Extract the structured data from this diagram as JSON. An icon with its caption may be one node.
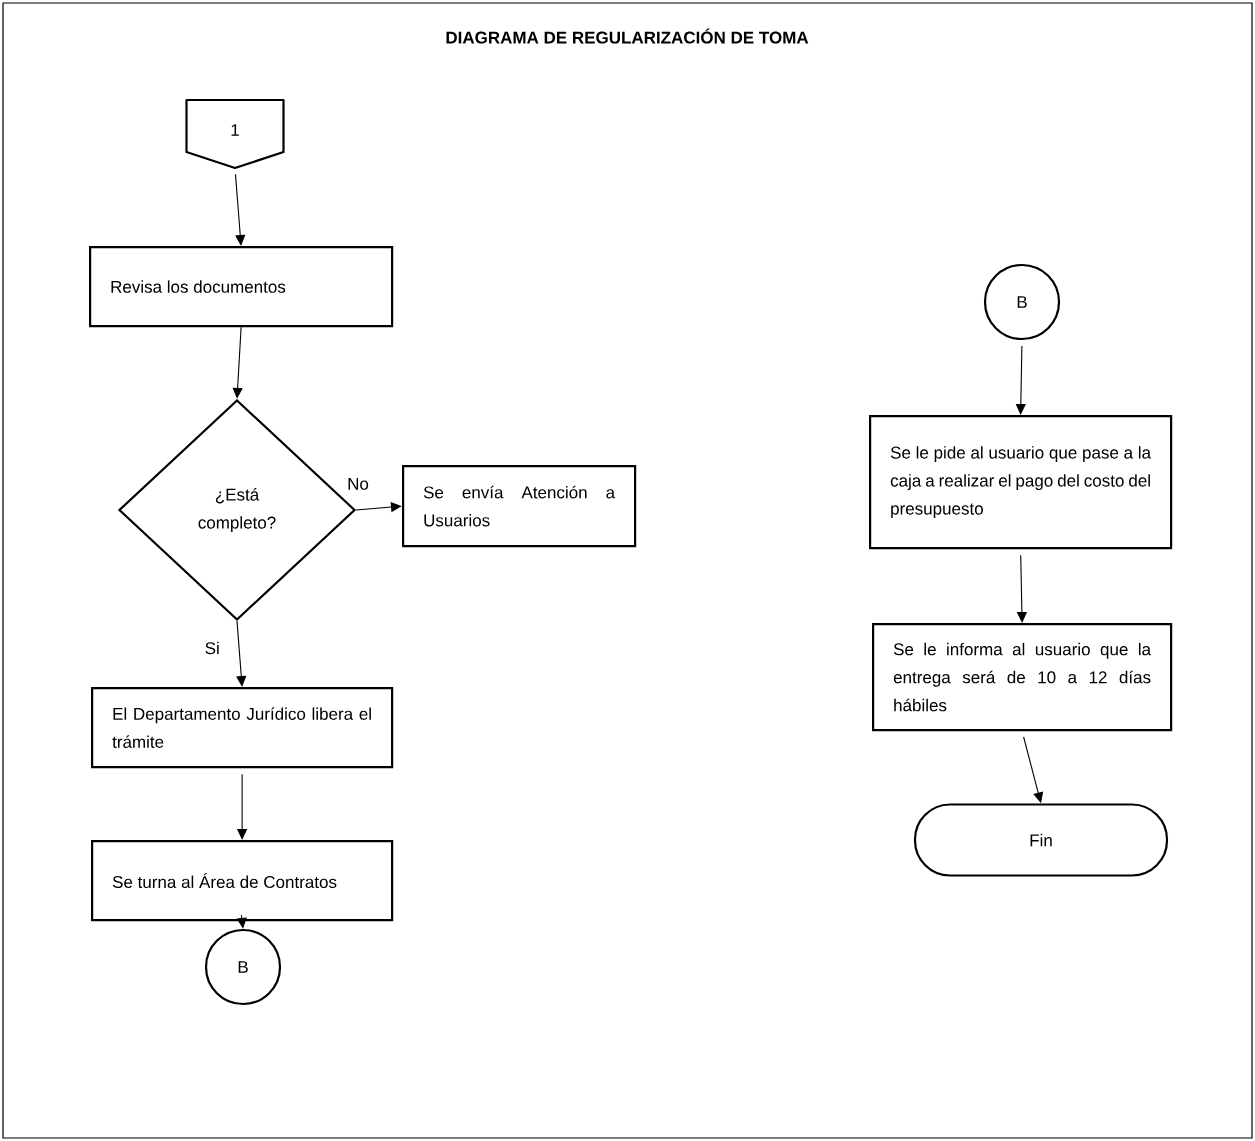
{
  "diagram": {
    "title": "DIAGRAMA DE REGULARIZACIÓN DE TOMA",
    "nodes": [
      {
        "text": [
          "1"
        ]
      },
      {
        "text": [
          "Revisa los documentos"
        ]
      },
      {
        "text": [
          "¿Está completo?"
        ]
      },
      {
        "text": [
          "Se envía Atención a Usuarios"
        ]
      },
      {
        "text": [
          "El Departamento Jurídico libera el trámite"
        ]
      },
      {
        "text": [
          "Se turna al Área de Contratos"
        ]
      },
      {
        "text": [
          "B"
        ]
      },
      {
        "text": [
          "B"
        ]
      },
      {
        "text": [
          "Se le pide al usuario que pase a la caja a realizar el pago del costo del presupuesto"
        ]
      },
      {
        "text": [
          "Se le informa al usuario que la entrega será de 10 a 12 días hábiles"
        ]
      },
      {
        "text": [
          "Fin"
        ]
      }
    ],
    "edges": [
      {
        "from": 0,
        "to": 1,
        "arrow": "to"
      },
      {
        "from": 1,
        "to": 2,
        "arrow": "to"
      },
      {
        "from": 2,
        "to": 3,
        "arrow": "to",
        "label": "No"
      },
      {
        "from": 2,
        "to": 4,
        "arrow": "to",
        "label": "Si"
      },
      {
        "from": 4,
        "to": 5,
        "arrow": "to"
      },
      {
        "from": 5,
        "to": 6,
        "arrow": "to"
      },
      {
        "from": 7,
        "to": 8,
        "arrow": "to"
      },
      {
        "from": 8,
        "to": 9,
        "arrow": "to"
      },
      {
        "from": 9,
        "to": 10,
        "arrow": "to"
      }
    ]
  }
}
